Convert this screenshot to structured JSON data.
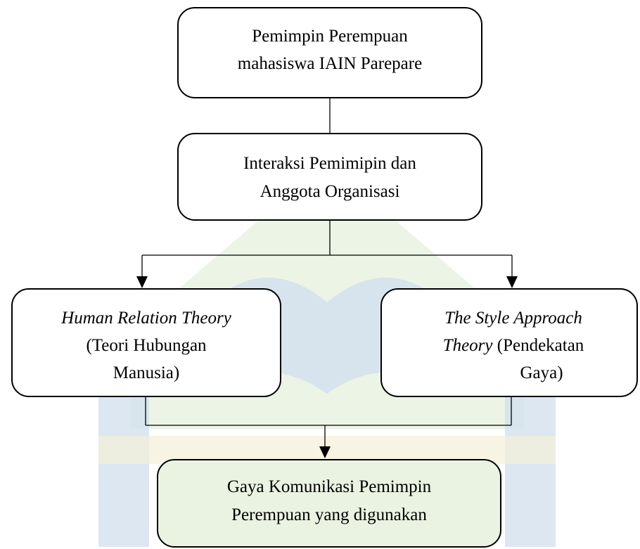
{
  "watermark": {
    "colors": {
      "green": "#e4f0dc",
      "blue": "#d4e1ef",
      "yellow": "#f4efd8"
    }
  },
  "nodes": {
    "leader": {
      "line1": "Pemimpin Perempuan",
      "line2": "mahasiswa IAIN Parepare"
    },
    "interaction": {
      "line1": "Interaksi Pemimipin dan",
      "line2": "Anggota Organisasi"
    },
    "human_relation": {
      "line1_italic": "Human Relation Theory",
      "line2": "(Teori Hubungan",
      "line3": "Manusia)"
    },
    "style_approach": {
      "line1_italic": "The Style Approach",
      "line2_italic": "Theory",
      "line2_rest": " (Pendekatan",
      "line3": "Gaya)"
    },
    "result": {
      "line1": "Gaya Komunikasi Pemimpin",
      "line2": "Perempuan yang digunakan"
    }
  }
}
